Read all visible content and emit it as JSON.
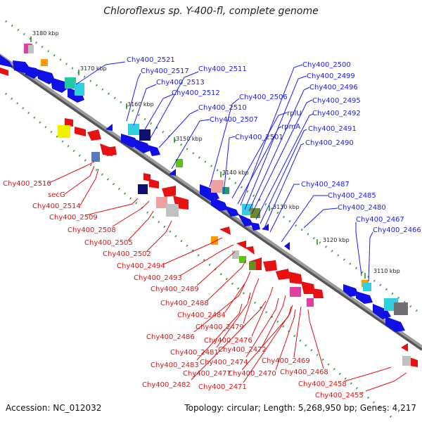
{
  "title": "Chloroflexus sp. Y-400-fl, complete genome",
  "accession": "Accession: NC_012032",
  "summary": "Topology: circular; Length: 5,268,950 bp; Genes: 4,217",
  "colors": {
    "backbone": "#8c8c8c",
    "forward_gene": "#1010e6",
    "reverse_gene": "#e81010",
    "forward_label": "#1a1aff",
    "reverse_label": "#e01010",
    "tick": "#1a8a1a"
  },
  "scale_labels": [
    "3180 kbp",
    "3170 kbp",
    "3160 kbp",
    "3150 kbp",
    "3140 kbp",
    "3130 kbp",
    "3120 kbp",
    "3110 kbp"
  ],
  "forward_labels": [
    "Chy400_2521",
    "Chy400_2517",
    "Chy400_2513",
    "Chy400_2512",
    "Chy400_2511",
    "Chy400_2510",
    "Chy400_2507",
    "Chy400_2506",
    "Chy400_2501",
    "rplU",
    "rpmA",
    "Chy400_2500",
    "Chy400_2499",
    "Chy400_2496",
    "Chy400_2495",
    "Chy400_2492",
    "Chy400_2491",
    "Chy400_2490",
    "Chy400_2487",
    "Chy400_2485",
    "Chy400_2480",
    "Chy400_2467",
    "Chy400_2466"
  ],
  "reverse_labels": [
    "Chy400_2516",
    "secG",
    "Chy400_2514",
    "Chy400_2509",
    "Chy400_2508",
    "Chy400_2505",
    "Chy400_2502",
    "Chy400_2494",
    "Chy400_2493",
    "Chy400_2489",
    "Chy400_2488",
    "Chy400_2484",
    "Chy400_2479",
    "Chy400_2486",
    "Chy400_2476",
    "Chy400_2481",
    "Chy400_2472",
    "Chy400_2474",
    "Chy400_2483",
    "Chy400_2469",
    "Chy400_2477",
    "Chy400_2470",
    "Chy400_2468",
    "Chy400_2482",
    "Chy400_2471",
    "Chy400_2458",
    "Chy400_2455"
  ]
}
